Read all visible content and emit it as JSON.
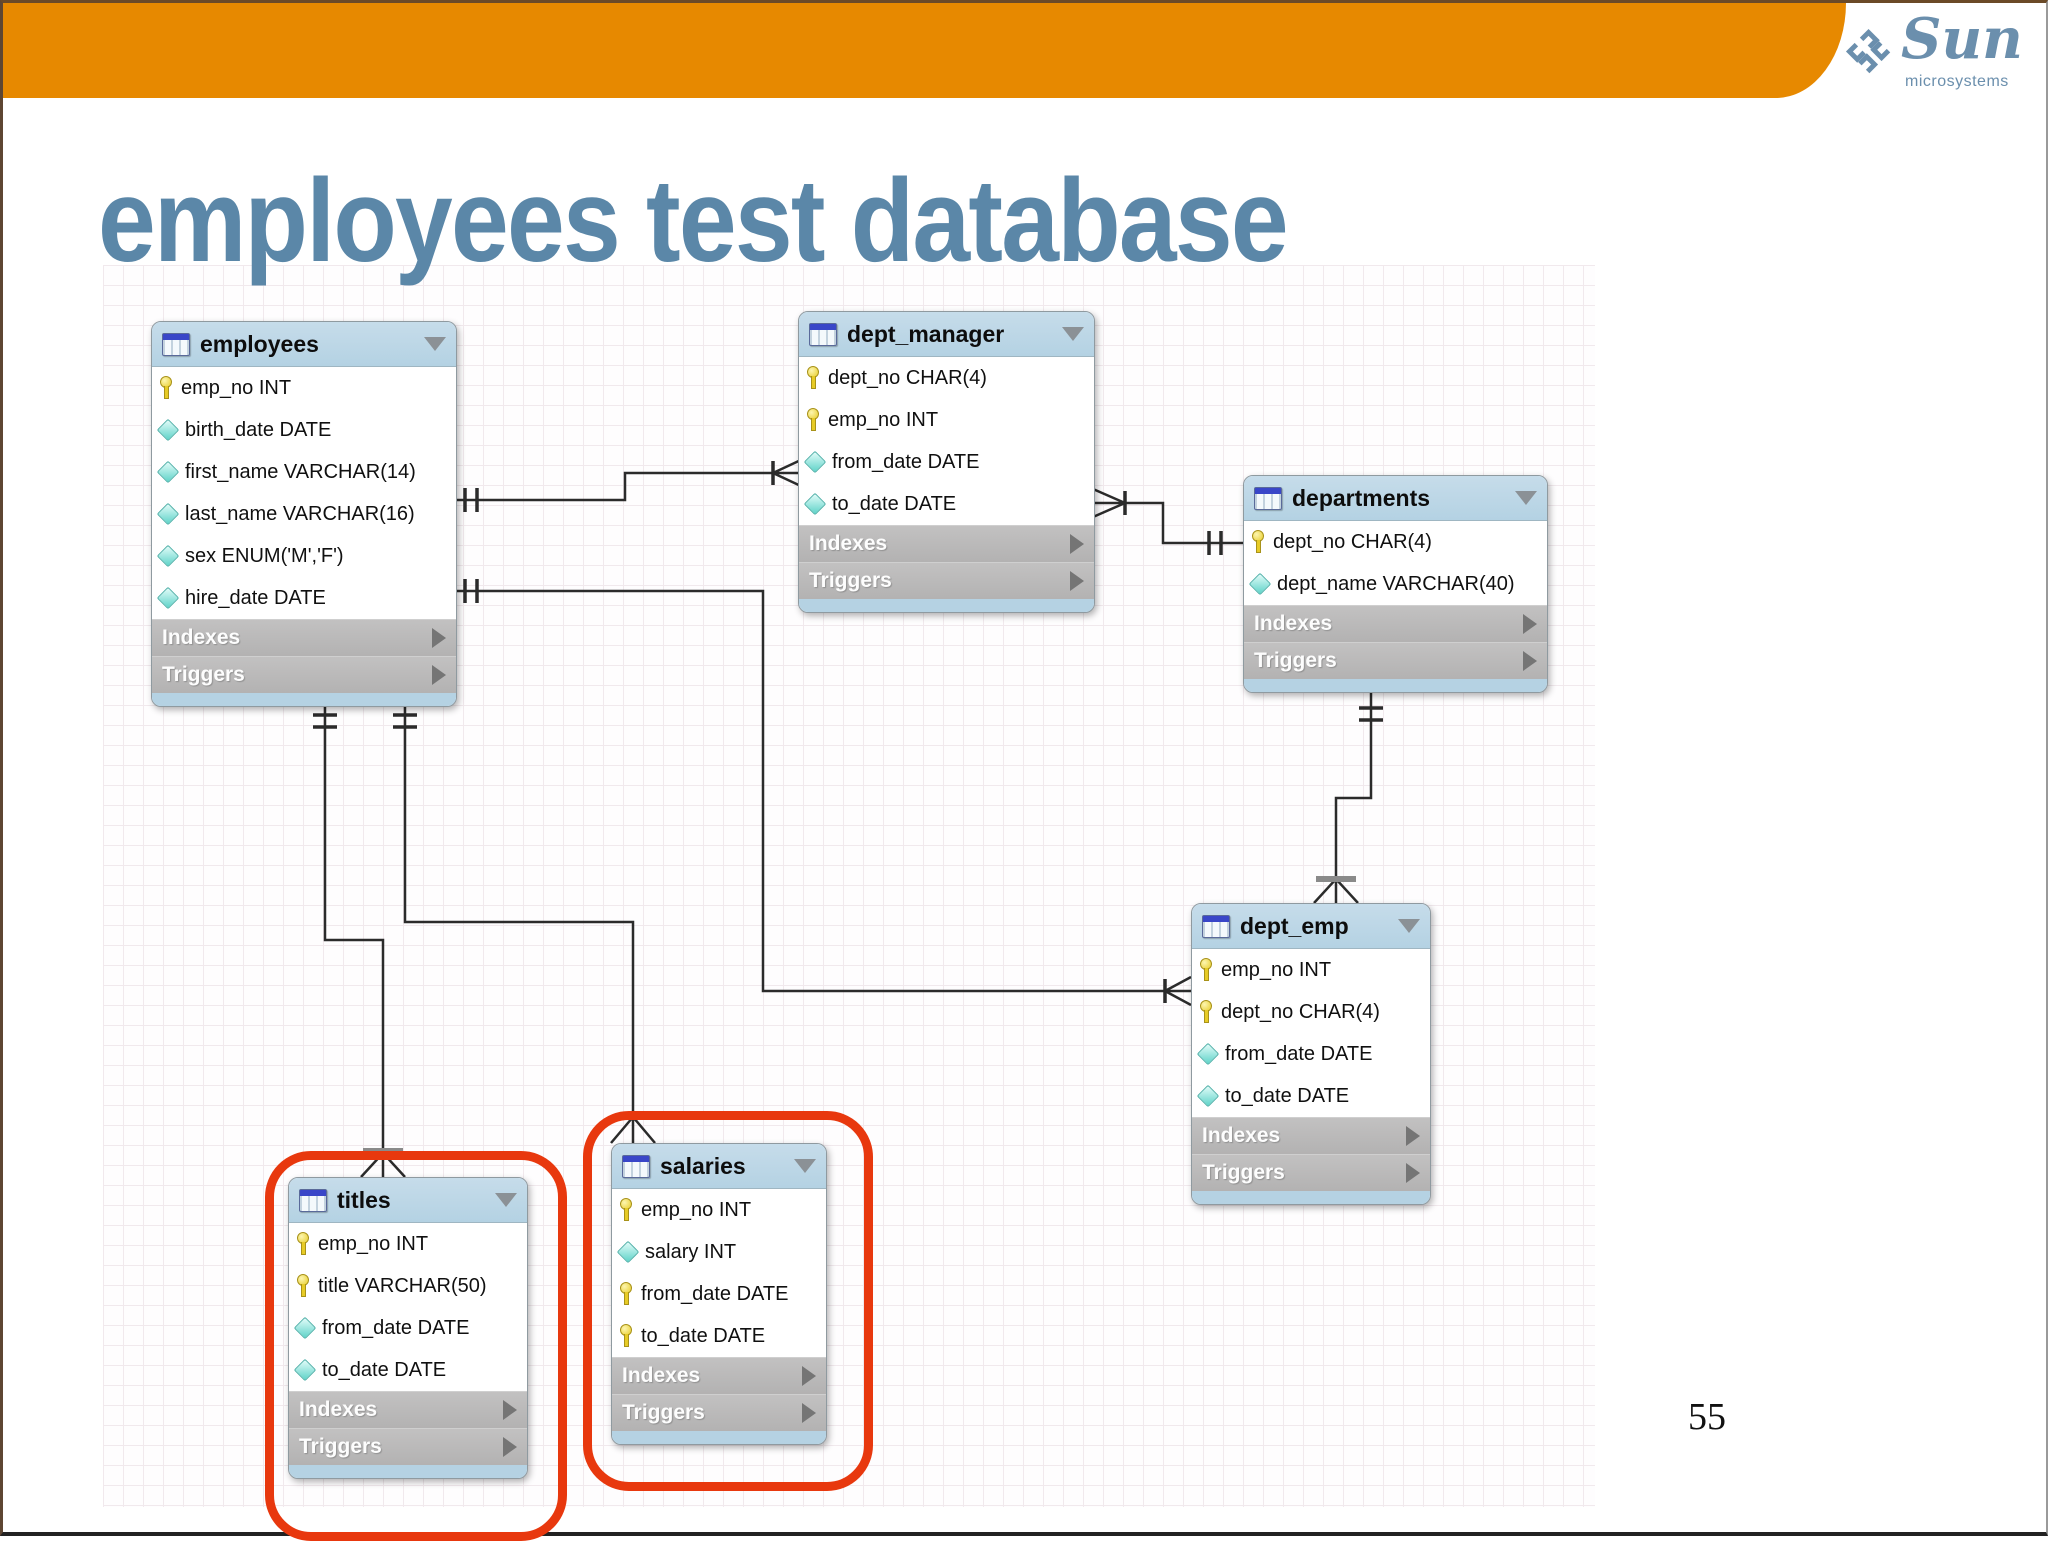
{
  "slide": {
    "title": "employees test database",
    "page_number": "55"
  },
  "logo": {
    "name": "Sun",
    "subtitle": "microsystems"
  },
  "colors": {
    "banner_orange": "#e78900",
    "title_blue": "#5b87a8",
    "table_header_blue": "#bdd7e6",
    "section_gray": "#b9b8b8",
    "highlight_red": "#e8380e",
    "logo_blue": "#6b8fad",
    "connector_black": "#2b2b2b"
  },
  "tables": {
    "employees": {
      "title": "employees",
      "fields": [
        {
          "icon": "key",
          "text": "emp_no INT"
        },
        {
          "icon": "diamond",
          "text": "birth_date DATE"
        },
        {
          "icon": "diamond",
          "text": "first_name VARCHAR(14)"
        },
        {
          "icon": "diamond",
          "text": "last_name VARCHAR(16)"
        },
        {
          "icon": "diamond",
          "text": "sex ENUM('M','F')"
        },
        {
          "icon": "diamond",
          "text": "hire_date DATE"
        }
      ],
      "sections": [
        "Indexes",
        "Triggers"
      ]
    },
    "dept_manager": {
      "title": "dept_manager",
      "fields": [
        {
          "icon": "key",
          "text": "dept_no CHAR(4)"
        },
        {
          "icon": "key",
          "text": "emp_no INT"
        },
        {
          "icon": "diamond",
          "text": "from_date DATE"
        },
        {
          "icon": "diamond",
          "text": "to_date DATE"
        }
      ],
      "sections": [
        "Indexes",
        "Triggers"
      ]
    },
    "departments": {
      "title": "departments",
      "fields": [
        {
          "icon": "key",
          "text": "dept_no CHAR(4)"
        },
        {
          "icon": "diamond",
          "text": "dept_name VARCHAR(40)"
        }
      ],
      "sections": [
        "Indexes",
        "Triggers"
      ]
    },
    "dept_emp": {
      "title": "dept_emp",
      "fields": [
        {
          "icon": "key",
          "text": "emp_no INT"
        },
        {
          "icon": "key",
          "text": "dept_no CHAR(4)"
        },
        {
          "icon": "diamond",
          "text": "from_date DATE"
        },
        {
          "icon": "diamond",
          "text": "to_date DATE"
        }
      ],
      "sections": [
        "Indexes",
        "Triggers"
      ]
    },
    "titles": {
      "title": "titles",
      "fields": [
        {
          "icon": "key",
          "text": "emp_no INT"
        },
        {
          "icon": "key",
          "text": "title VARCHAR(50)"
        },
        {
          "icon": "diamond",
          "text": "from_date DATE"
        },
        {
          "icon": "diamond",
          "text": "to_date DATE"
        }
      ],
      "sections": [
        "Indexes",
        "Triggers"
      ]
    },
    "salaries": {
      "title": "salaries",
      "fields": [
        {
          "icon": "key",
          "text": "emp_no INT"
        },
        {
          "icon": "diamond",
          "text": "salary INT"
        },
        {
          "icon": "key",
          "text": "from_date DATE"
        },
        {
          "icon": "key",
          "text": "to_date DATE"
        }
      ],
      "sections": [
        "Indexes",
        "Triggers"
      ]
    }
  }
}
